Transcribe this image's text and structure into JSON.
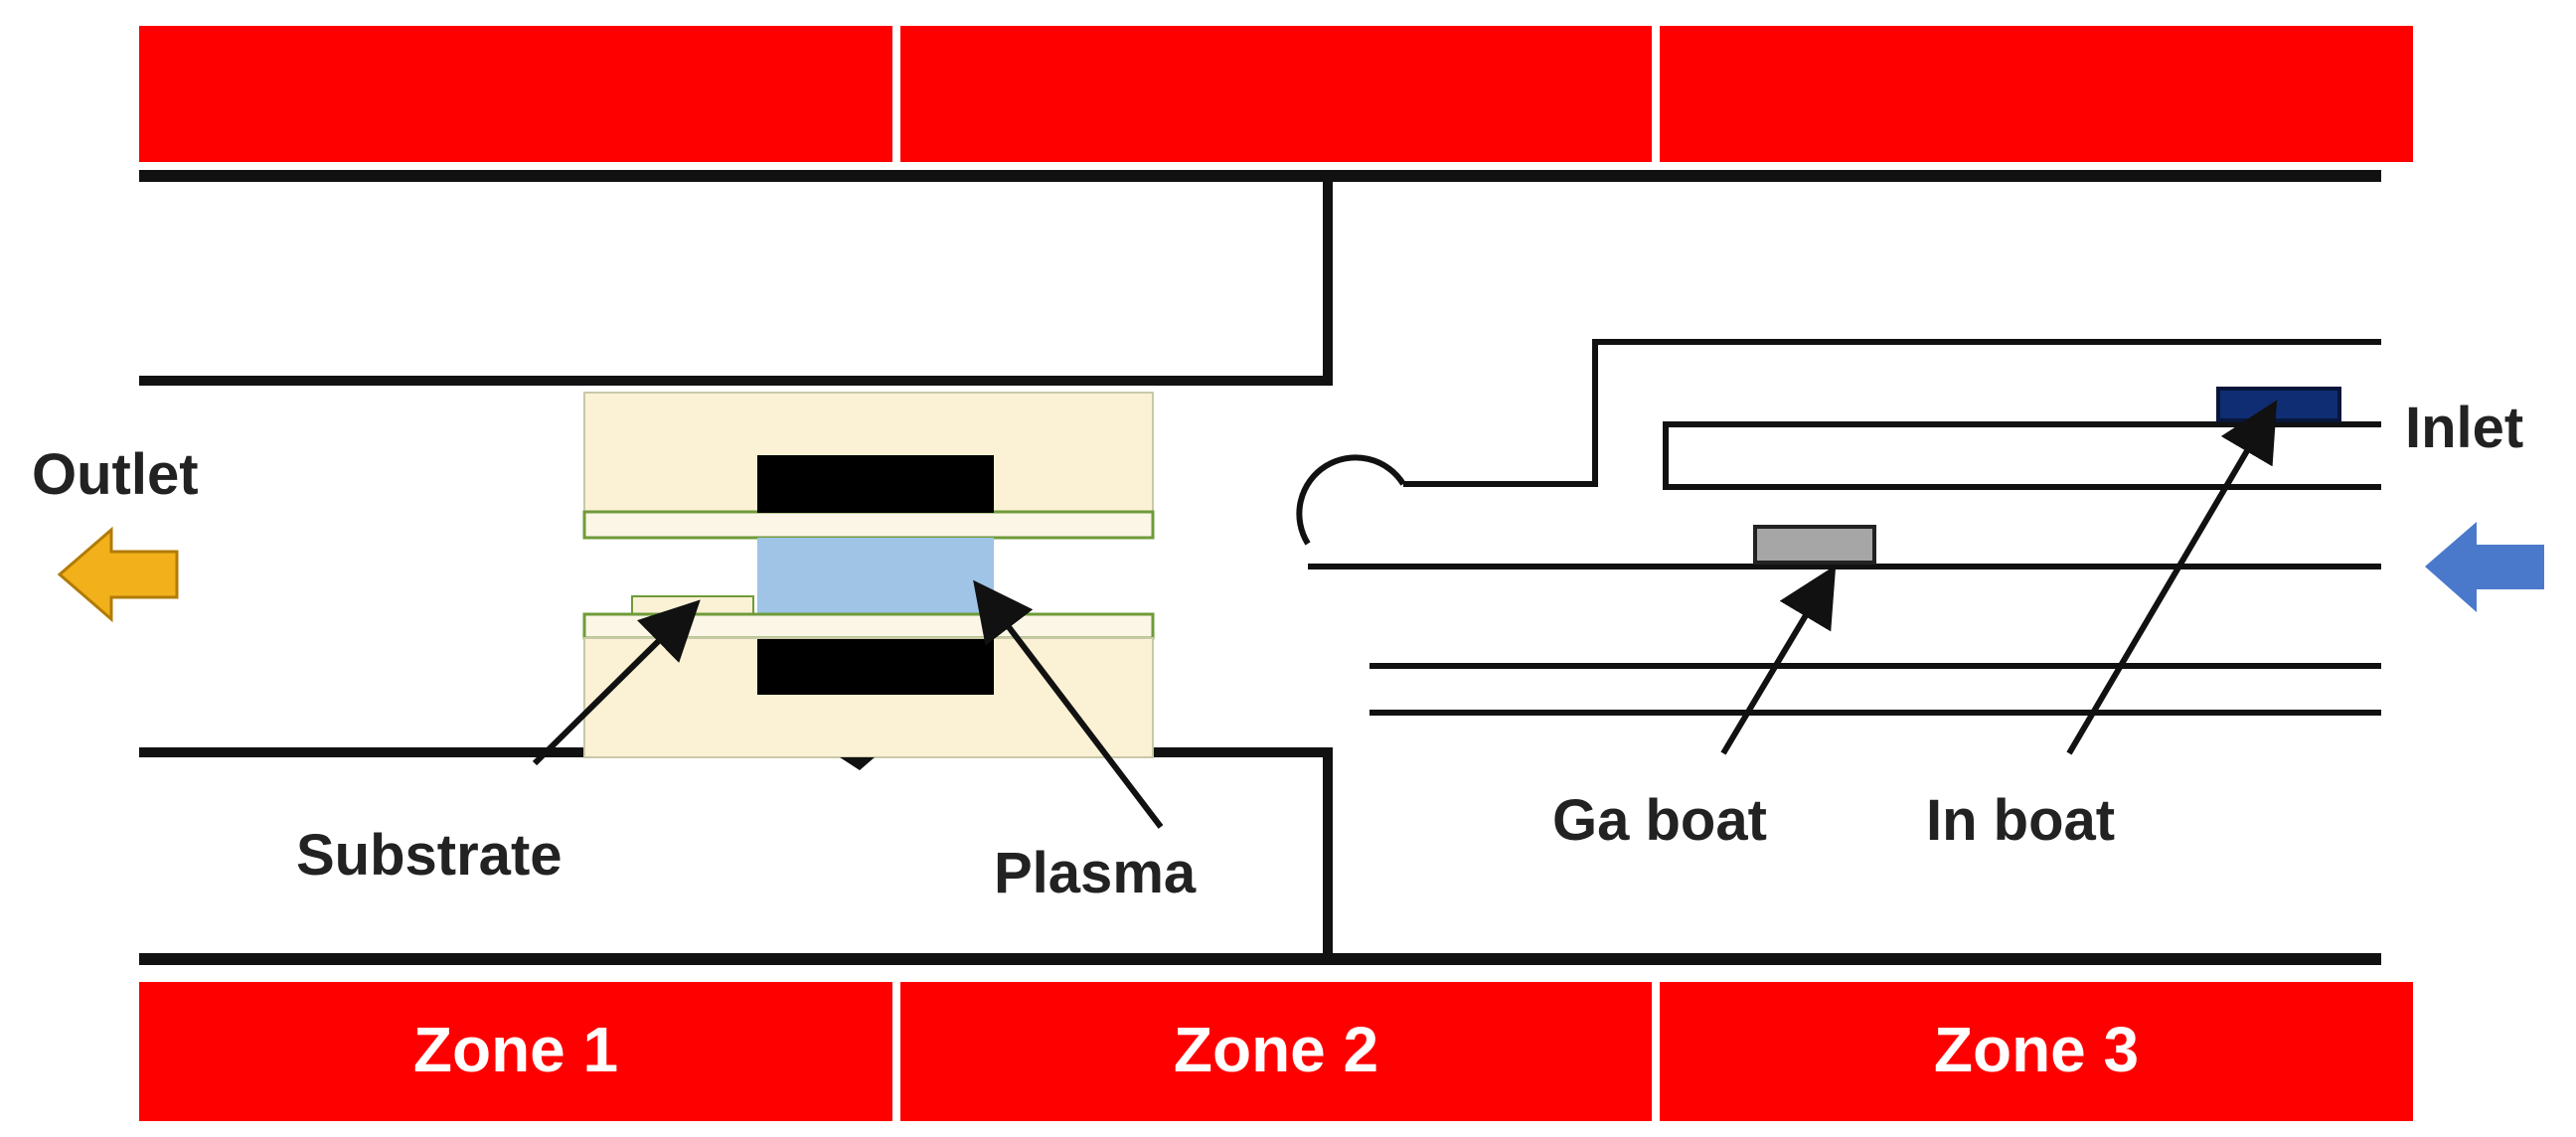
{
  "zones": [
    {
      "label": "Zone 1"
    },
    {
      "label": "Zone 2"
    },
    {
      "label": "Zone 3"
    }
  ],
  "labels": {
    "outlet": "Outlet",
    "inlet": "Inlet",
    "substrate": "Substrate",
    "plasma": "Plasma",
    "ga_boat": "Ga boat",
    "in_boat": "In boat"
  },
  "colors": {
    "heater": "#ff0000",
    "electrode_block": "#fbf1d4",
    "electrode": "#000000",
    "plasma": "#9fc4e6",
    "ga_boat": "#a6a6a6",
    "in_boat": "#0f2d73",
    "outlet_arrow": "#f2b01b",
    "inlet_arrow": "#4a79cc"
  }
}
